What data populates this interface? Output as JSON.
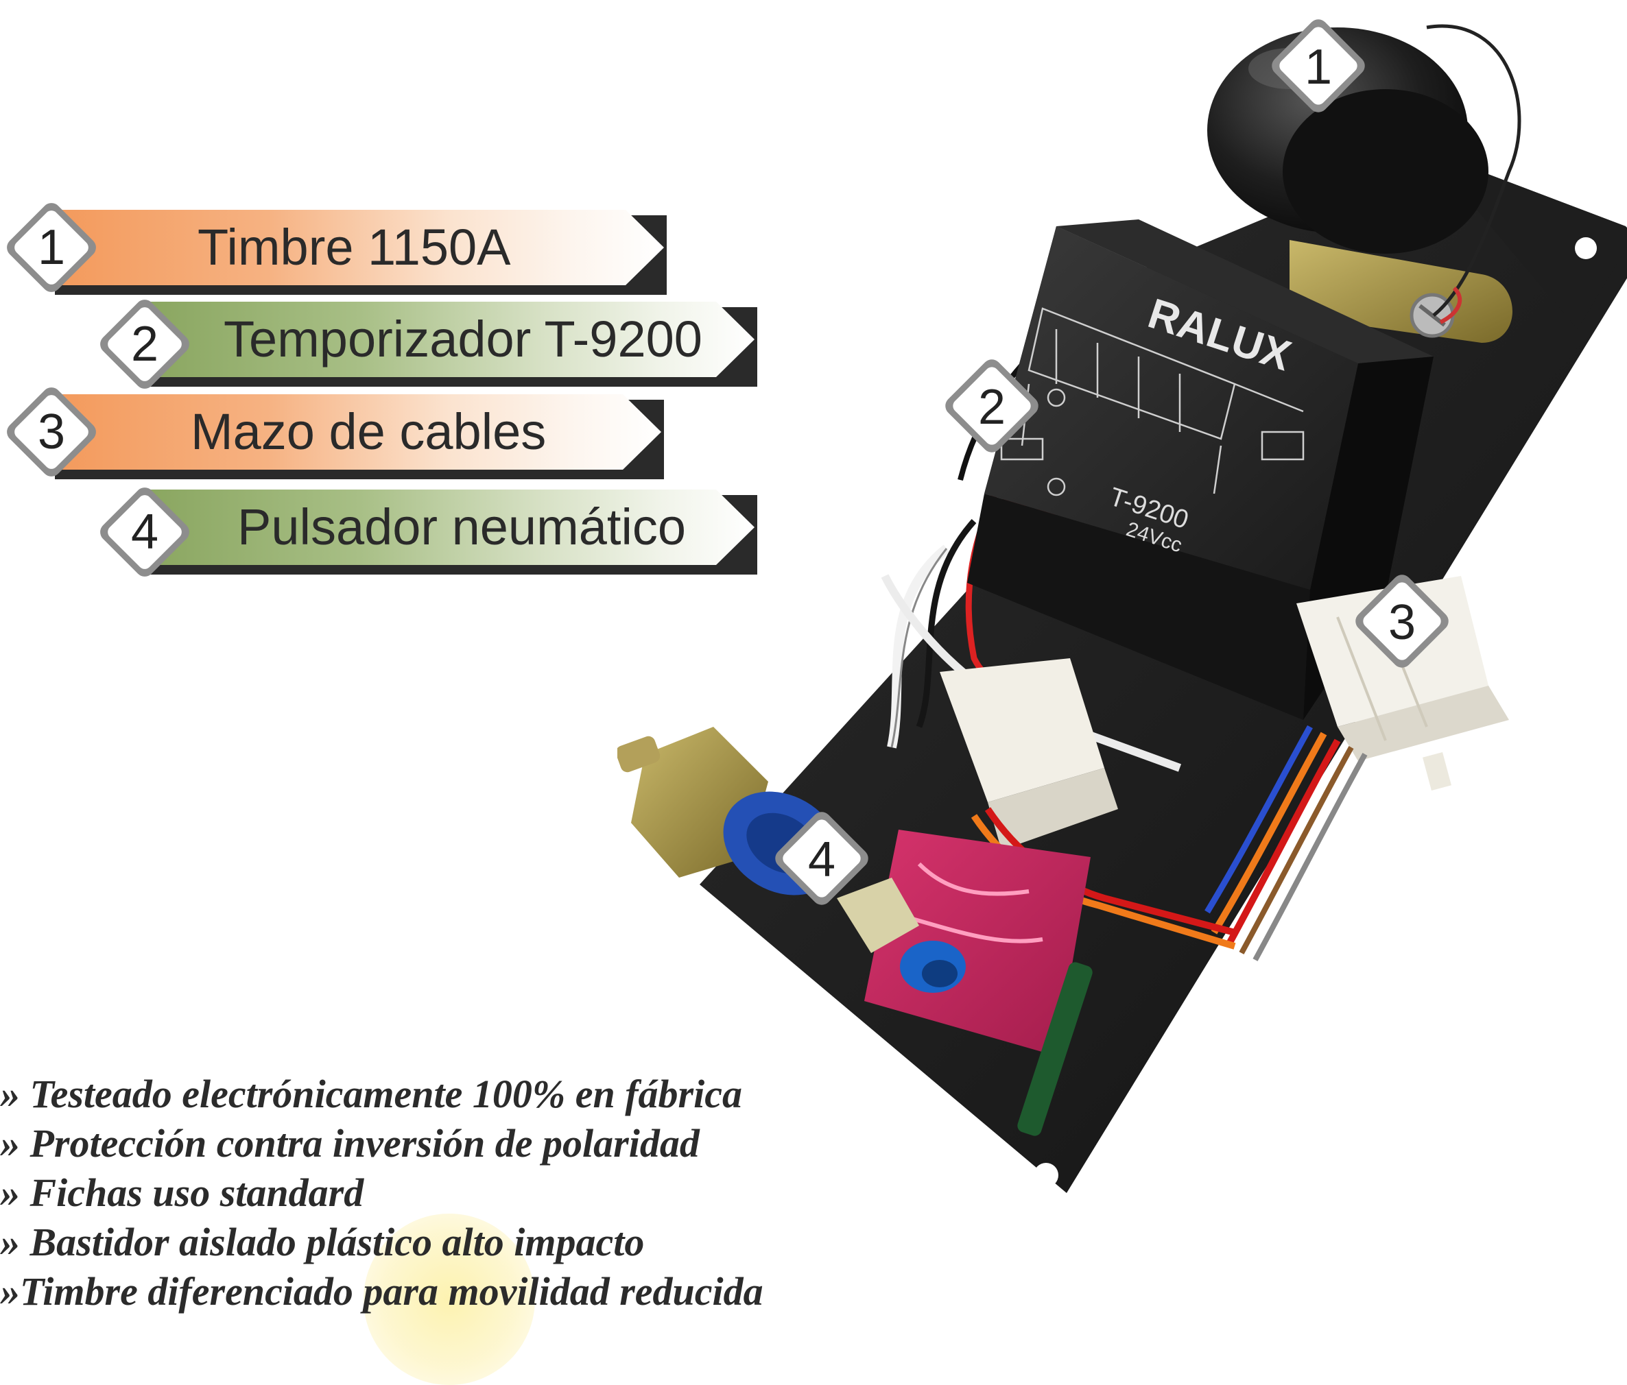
{
  "legend": {
    "items": [
      {
        "num": "1",
        "label": "Timbre 1150A",
        "color": "#f39a5c"
      },
      {
        "num": "2",
        "label": "Temporizador T-9200",
        "color": "#8aa660"
      },
      {
        "num": "3",
        "label": "Mazo de cables",
        "color": "#f39a5c"
      },
      {
        "num": "4",
        "label": "Pulsador neumático",
        "color": "#8aa660"
      }
    ]
  },
  "device": {
    "brand": "RALUX",
    "model": "T-9200",
    "voltage": "24Vcc",
    "callouts": [
      "1",
      "2",
      "3",
      "4"
    ]
  },
  "features": [
    "» Testeado electrónicamente 100% en fábrica",
    "» Protección contra inversión de polaridad",
    "» Fichas uso standard",
    "» Bastidor aislado plástico alto impacto",
    "»Timbre diferenciado para movilidad reducida"
  ]
}
